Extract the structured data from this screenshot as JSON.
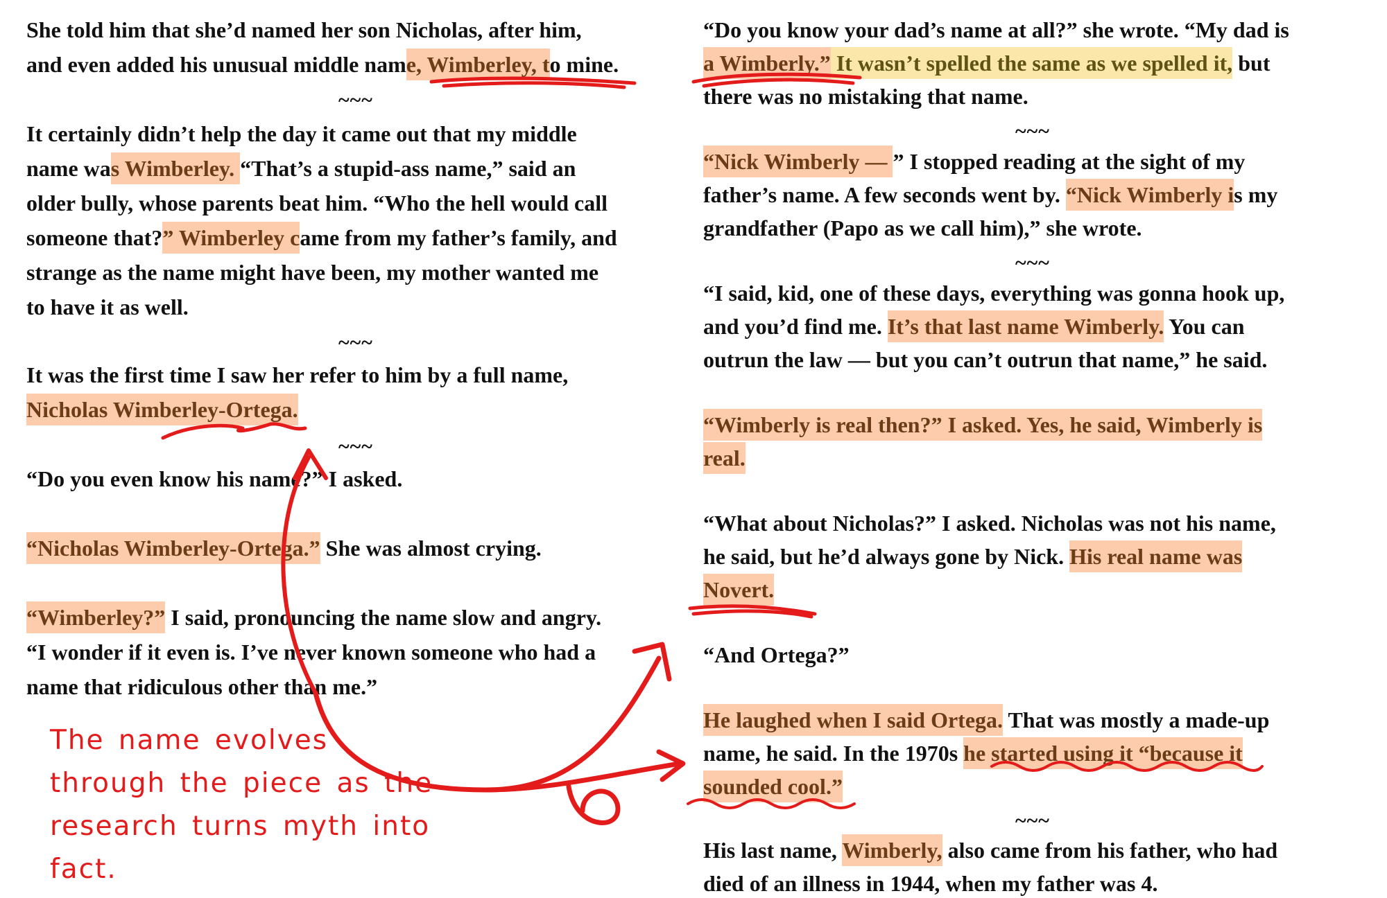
{
  "left_column": {
    "p1": {
      "l1": "She told him that she’d named her son Nicholas, after him,",
      "l2_a": "and even added his unusual middle nam",
      "l2_hl": "e, Wimberley, t",
      "l2_b": "o mine."
    },
    "sep1": "~~~",
    "p2": {
      "l1": "It certainly didn’t help the day it came out that my middle",
      "l2_a": "name wa",
      "l2_hl": "s Wimberley. ",
      "l2_b": "“That’s a stupid-ass name,” said an",
      "l3": "older bully, whose parents beat him. “Who the hell would call",
      "l4_a": "someone that?",
      "l4_hl": "” Wimberley c",
      "l4_b": "ame from my father’s family, and",
      "l5": "strange as the name might have been, my mother wanted me",
      "l6": "to have it as well."
    },
    "sep2": "~~~",
    "p3": {
      "l1": "It was the first time I saw her refer to him by a full name,",
      "l2_hl": "Nicholas Wimberley-Ortega."
    },
    "sep3": "~~~",
    "p4": {
      "l1": "“Do you even know his name?” I asked."
    },
    "p5": {
      "hl": "“Nicholas Wimberley-Ortega.”",
      "rest": " She was almost crying."
    },
    "p6": {
      "l1_hl": "“Wimberley?”",
      "l1_b": " I said, pronouncing the name slow and angry.",
      "l2": "“I wonder if it even is. I’ve never known someone who had a",
      "l3": "name that ridiculous other than me.”"
    }
  },
  "right_column": {
    "p1": {
      "l1": "“Do you know your dad’s name at all?” she wrote. “My dad is",
      "l2_hl": "a Wimberly.”",
      "l2_y": " It wasn’t spelled the same as we spelled it,",
      "l2_b": " but",
      "l3": "there was no mistaking that name."
    },
    "sep1": "~~~",
    "p2": {
      "l1_hl": "“Nick Wimberly — ",
      "l1_b": "” I stopped reading at the sight of my",
      "l2_a": "father’s name. A few seconds went by. ",
      "l2_hl": "“Nick Wimberly i",
      "l2_b": "s my",
      "l3": "grandfather (Papo as we call him),” she wrote."
    },
    "sep2": "~~~",
    "p3": {
      "l1": "“I said, kid, one of these days, everything was gonna hook up,",
      "l2_a": "and you’d find me. ",
      "l2_hl": "It’s that last name Wimberly.",
      "l2_b": " You can",
      "l3": "outrun the law — but you can’t outrun that name,” he said."
    },
    "p4": {
      "l1_hl": "“Wimberly is real then?” I asked. Yes, he said, Wimberly is",
      "l2_hl": "real."
    },
    "p5": {
      "l1": "“What about Nicholas?” I asked. Nicholas was not his name,",
      "l2_a": "he said, but he’d always gone by Nick. ",
      "l2_hl": "His real name was ",
      "l3_hl": "Novert."
    },
    "p6": {
      "l1": "“And Ortega?”"
    },
    "p7": {
      "l1_hl": "He laughed when I said Ortega.",
      "l1_b": " That was mostly a made-up",
      "l2_a": "name, he said. In the 1970s ",
      "l2_hl": "he started using it “because it ",
      "l3_hl": "sounded cool.”"
    },
    "sep3": "~~~",
    "p8": {
      "l1_a": "His last name, ",
      "l1_hl": "Wimberly,",
      "l1_b": " also came from his father, who had",
      "l2": "died of an illness in 1944, when my father was 4."
    }
  },
  "annotation": {
    "lines": [
      "The name evolves",
      "through the piece as the",
      "research turns myth into",
      "fact."
    ]
  },
  "colors": {
    "highlight_orange": "#fcb88c",
    "highlight_yellow": "#fae296",
    "pen_red": "#e31b1b"
  }
}
